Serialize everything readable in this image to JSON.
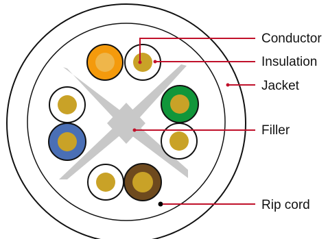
{
  "diagram": {
    "labels": {
      "conductor": "Conductor",
      "insulation": "Insulation",
      "jacket": "Jacket",
      "filler": "Filler",
      "rip_cord": "Rip cord"
    },
    "colors": {
      "leader_line": "#c0102a",
      "outline": "#111111",
      "filler": "#c8c8c8",
      "conductor_copper": "#c9a227",
      "pair_orange": "#f49a0c",
      "pair_green": "#11963a",
      "pair_blue": "#4a6fb5",
      "pair_brown": "#6e4a1e",
      "insulation_white": "#ffffff",
      "rip_cord": "#000000"
    },
    "pairs": [
      {
        "name": "orange-pair",
        "color": "orange"
      },
      {
        "name": "green-pair",
        "color": "green"
      },
      {
        "name": "blue-pair",
        "color": "blue"
      },
      {
        "name": "brown-pair",
        "color": "brown"
      }
    ]
  }
}
